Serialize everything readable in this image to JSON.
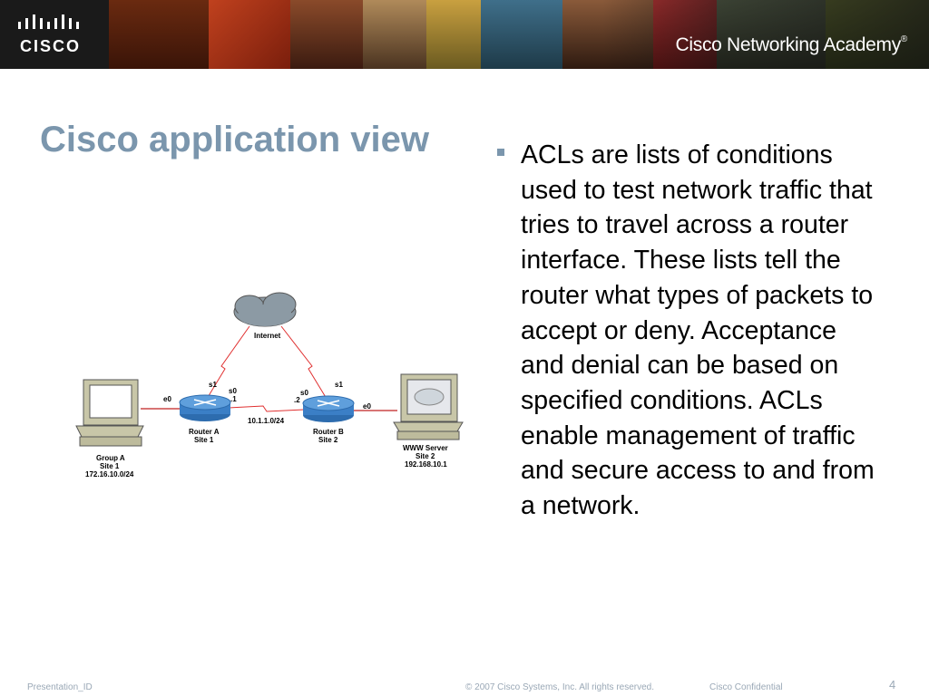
{
  "header": {
    "logo_text": "CISCO",
    "academy_text": "Cisco Networking Academy",
    "academy_mark": "®"
  },
  "slide": {
    "title": "Cisco application view",
    "body": "ACLs are lists of conditions used to test network traffic that tries to travel across a router interface.   These lists tell the router what types of packets to accept or deny. Acceptance and denial can be based on specified conditions.  ACLs enable management of traffic and secure access to and from a network."
  },
  "diagram": {
    "internet": "Internet",
    "left_pc": {
      "label1": "Group A",
      "label2": "Site 1",
      "label3": "172.16.10.0/24",
      "iface": "e0"
    },
    "router_a": {
      "label1": "Router A",
      "label2": "Site 1",
      "s1": "s1",
      "s0": "s0",
      "ip": ".1"
    },
    "link_net": "10.1.1.0/24",
    "router_b": {
      "label1": "Router B",
      "label2": "Site 2",
      "s1": "s1",
      "s0": "s0",
      "ip": ".2",
      "iface": "e0"
    },
    "server": {
      "label1": "WWW Server",
      "label2": "Site 2",
      "label3": "192.168.10.1"
    }
  },
  "footer": {
    "presentation_id": "Presentation_ID",
    "copyright": "© 2007 Cisco Systems, Inc. All rights reserved.",
    "confidential": "Cisco Confidential",
    "page_number": "4"
  },
  "colors": {
    "title": "#7b96ad",
    "footer": "#9aa8b6",
    "link_red": "#e03030",
    "router_blue": "#3b7fc6"
  }
}
